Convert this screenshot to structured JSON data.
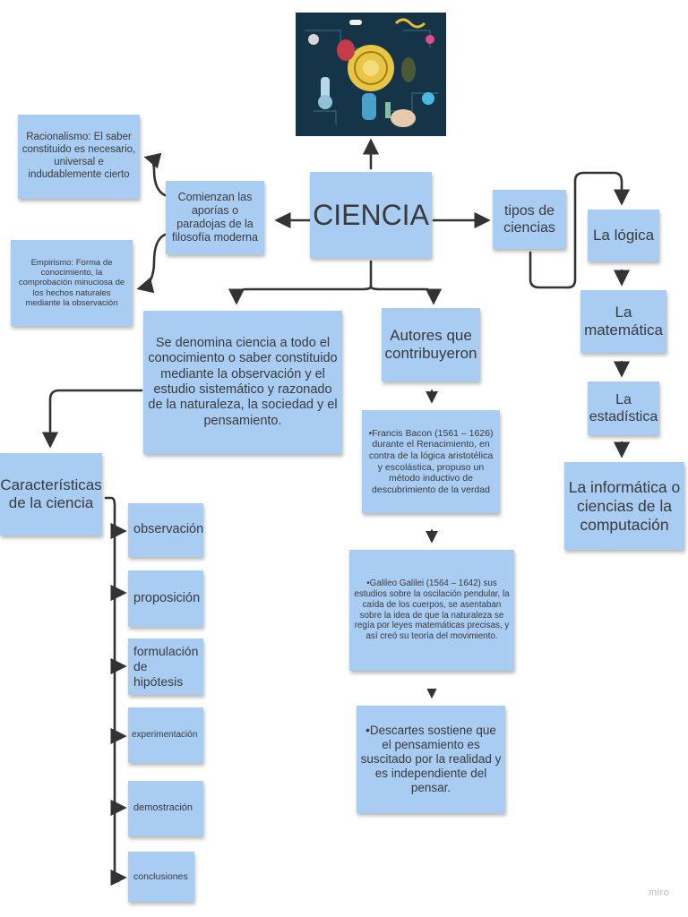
{
  "center": "CIENCIA",
  "left_branch": {
    "intro": "Comienzan las aporías o paradojas de la filosofía moderna",
    "racionalismo": "Racionalismo: El saber constituido es necesario, universal e indudablemente cierto",
    "empirismo": "Empirismo: Forma de conocimiento, la comprobación minuciosa de los hechos naturales mediante la observación"
  },
  "definition": "Se denomina ciencia a todo el conocimiento o saber constituido mediante la observación y el estudio sistemático y razonado de la naturaleza, la sociedad y el pensamiento.",
  "caracteristicas": {
    "title": "Características de la ciencia",
    "items": [
      "observación",
      "proposición",
      "formulación de hipótesis",
      "experimentación",
      "demostración",
      "conclusiones"
    ]
  },
  "autores": {
    "title": "Autores que contribuyeron",
    "bacon": "•Francis Bacon (1561 – 1626) durante el Renacimiento, en contra de la lógica aristotélica y escolástica, propuso un método inductivo de descubrimiento de la verdad",
    "galileo": "•Galileo Galilei (1564 – 1642) sus estudios sobre la oscilación pendular, la caída de los cuerpos, se asentaban sobre la idea de que la naturaleza se regía por leyes matemáticas precisas, y así creó su teoría del movimiento.",
    "descartes": "•Descartes sostiene que el pensamiento es suscitado por la realidad y es independiente del pensar."
  },
  "tipos": {
    "title": "tipos de ciencias",
    "items": [
      "La lógica",
      "La matemática",
      "La estadística",
      "La informática o ciencias de la computación"
    ]
  },
  "watermark": "miro",
  "colors": {
    "note": "#a9ccf3",
    "image_background": "#163447",
    "lines": "#333333"
  }
}
